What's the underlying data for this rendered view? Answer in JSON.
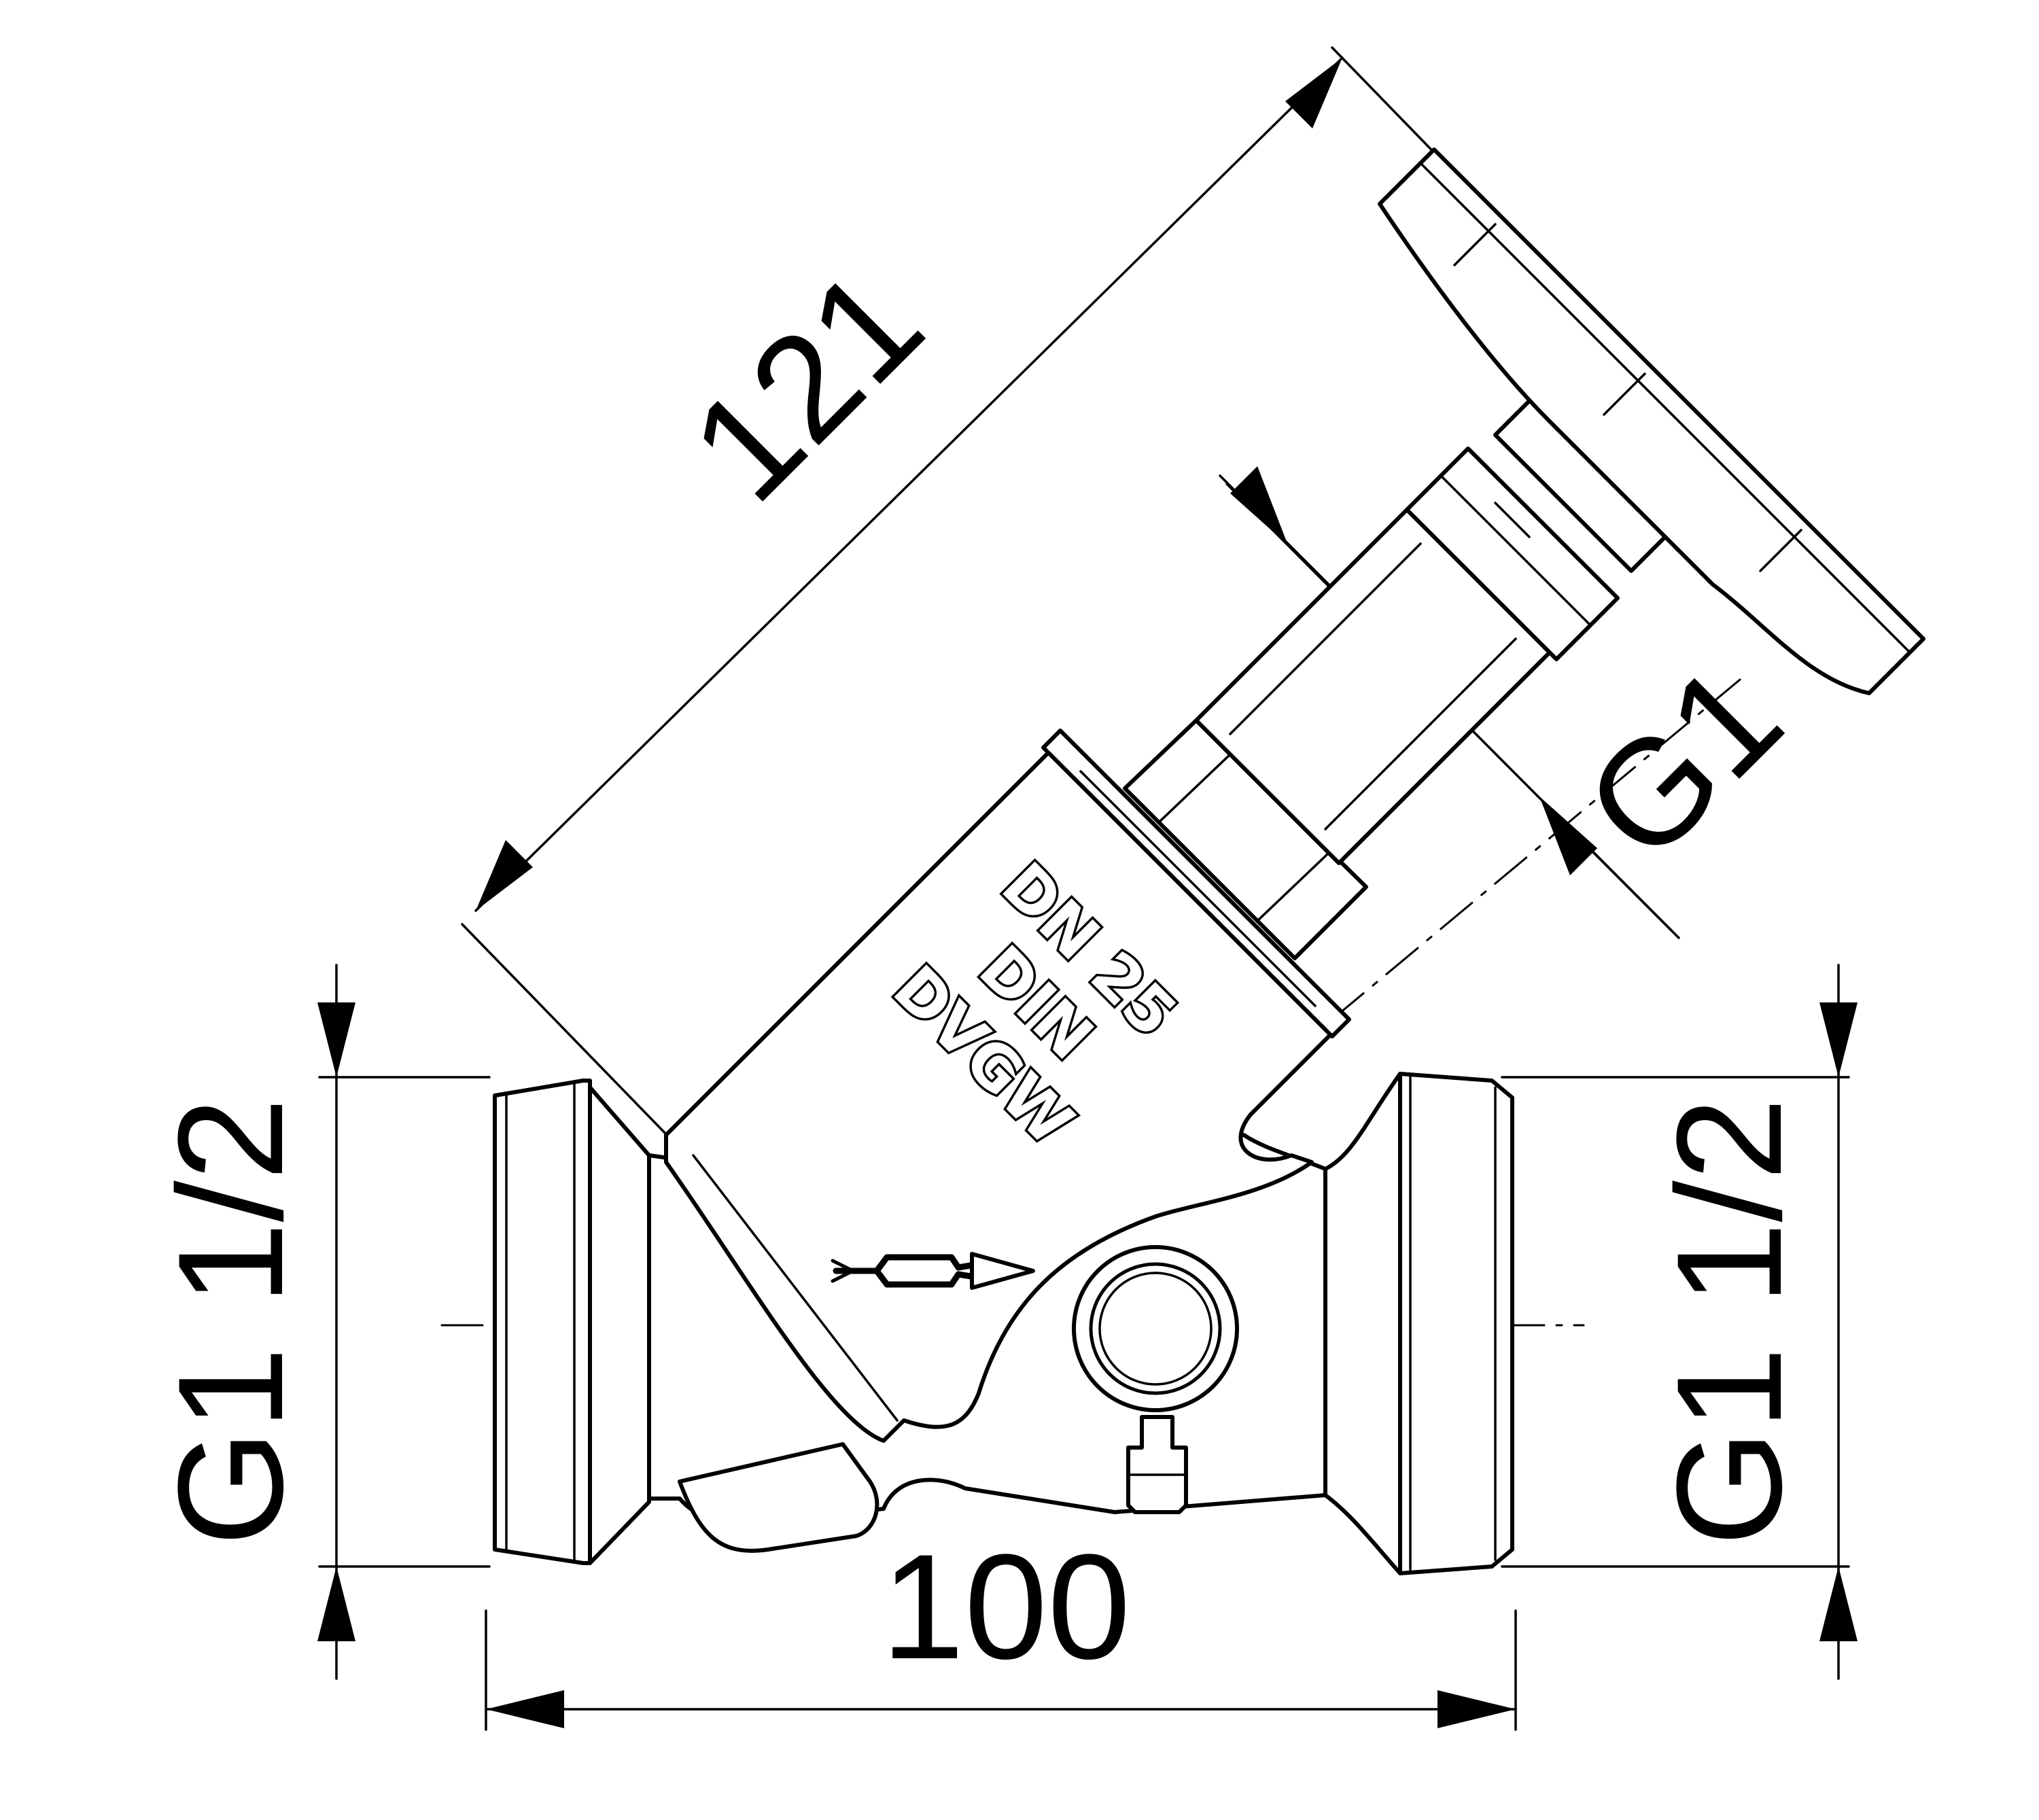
{
  "dimensions": {
    "overall_length": "100",
    "stem_height": "121",
    "spindle_thread": "G1",
    "inlet_thread": "G1 1/2",
    "outlet_thread": "G1 1/2"
  },
  "body_markings": {
    "line1": "DN 25",
    "line2": "DIN",
    "line3": "DVGW"
  },
  "colors": {
    "line": "#000000",
    "background": "#ffffff"
  }
}
